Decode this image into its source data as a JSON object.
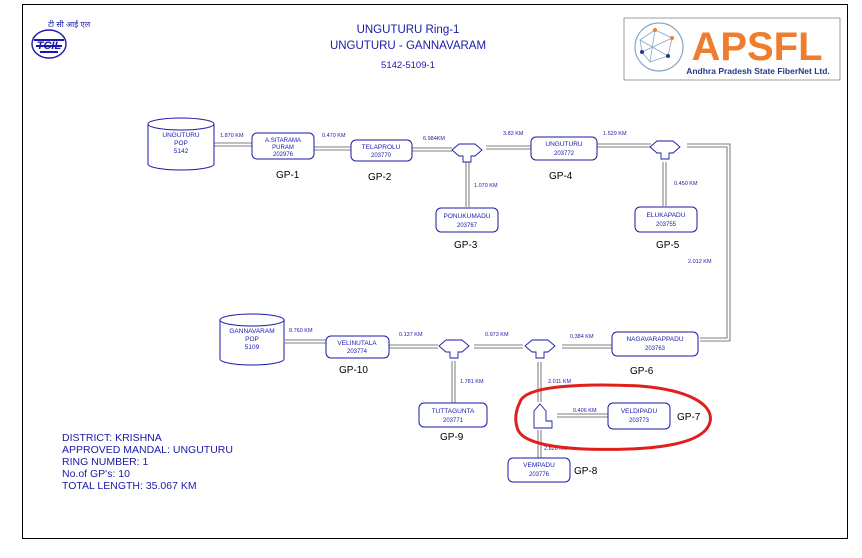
{
  "header": {
    "title": "UNGUTURU Ring-1",
    "subtitle": "UNGUTURU - GANNAVARAM",
    "code": "5142-5109-1"
  },
  "logo_left": {
    "name": "TCIL",
    "script_text": "टी सी आई एल"
  },
  "logo_right": {
    "name": "APSFL",
    "tagline": "Andhra Pradesh State FiberNet Ltd."
  },
  "pops": [
    {
      "lines": [
        "UNGUTURU",
        "POP",
        "5142"
      ]
    },
    {
      "lines": [
        "GANNAVARAM",
        "POP",
        "5109"
      ]
    }
  ],
  "nodes": [
    {
      "lines": [
        "A.SITARAMA",
        "PURAM",
        "202976"
      ]
    },
    {
      "lines": [
        "TELAPROLU",
        "203770"
      ]
    },
    {
      "lines": [
        "PONUKUMADU",
        "203767"
      ]
    },
    {
      "lines": [
        "UNGUTURU",
        "203772"
      ]
    },
    {
      "lines": [
        "ELUKAPADU",
        "203755"
      ]
    },
    {
      "lines": [
        "NAGAVARAPPADU",
        "203763"
      ]
    },
    {
      "lines": [
        "VELDIPADU",
        "203773"
      ]
    },
    {
      "lines": [
        "VEMPADU",
        "203776"
      ]
    },
    {
      "lines": [
        "TUTTAGUNTA",
        "203771"
      ]
    },
    {
      "lines": [
        "VELINUTALA",
        "203774"
      ]
    }
  ],
  "gp_labels": [
    "GP-1",
    "GP-2",
    "GP-3",
    "GP-4",
    "GP-5",
    "GP-6",
    "GP-7",
    "GP-8",
    "GP-9",
    "GP-10"
  ],
  "distances": [
    "1.870 KM",
    "0.470 KM",
    "6.984KM",
    "3.83 KM",
    "1.529 KM",
    "1.070 KM",
    "0.450 KM",
    "2.012 KM",
    "0.384 KM",
    "0.973 KM",
    "0.137 KM",
    "8.760 KM",
    "1.781 KM",
    "2.011 KM",
    "0.406 KM",
    "2.828 KM"
  ],
  "info": {
    "district": "DISTRICT: KRISHNA",
    "mandal": "APPROVED MANDAL: UNGUTURU",
    "ring": "RING NUMBER: 1",
    "gps": "No.of GP's: 10",
    "length": "TOTAL LENGTH: 35.067 KM"
  },
  "colors": {
    "diagram": "#1a1aa8",
    "highlight": "#e0201c",
    "apsfl_orange": "#ef7d2d",
    "apsfl_blue": "#1f3b8a"
  }
}
